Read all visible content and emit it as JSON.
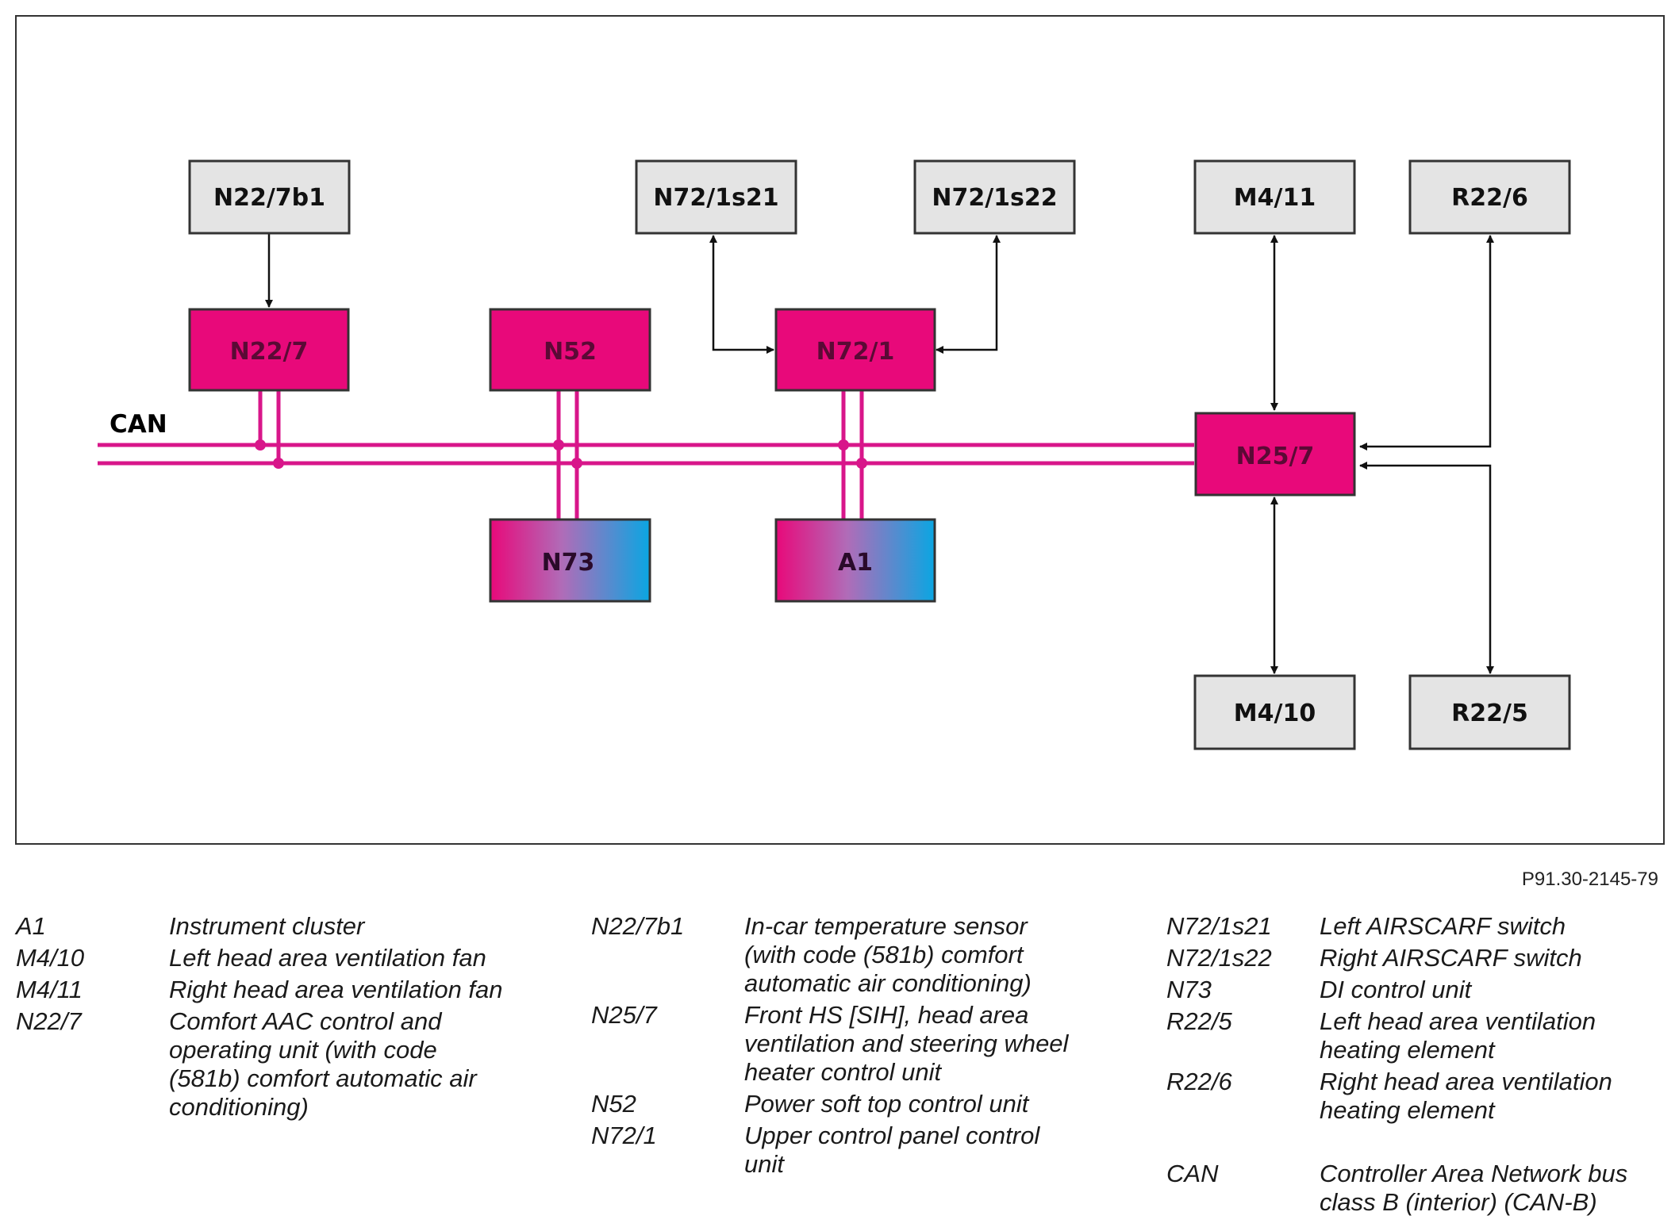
{
  "diagram": {
    "can_label": "CAN",
    "boxes": {
      "n22_7b1": "N22/7b1",
      "n22_7": "N22/7",
      "n52": "N52",
      "n73": "N73",
      "n72_1s21": "N72/1s21",
      "n72_1s22": "N72/1s22",
      "n72_1": "N72/1",
      "a1": "A1",
      "m4_11": "M4/11",
      "r22_6": "R22/6",
      "n25_7": "N25/7",
      "m4_10": "M4/10",
      "r22_5": "R22/5"
    },
    "colors": {
      "magenta": "#e8097a",
      "bus": "#d8168a",
      "grey_box": "#e4e4e4",
      "cyan": "#0aa6e2"
    }
  },
  "figure_id": "P91.30-2145-79",
  "legend": {
    "col1": [
      {
        "code": "A1",
        "desc": "Instrument cluster"
      },
      {
        "code": "M4/10",
        "desc": "Left head area ventilation fan"
      },
      {
        "code": "M4/11",
        "desc": "Right head area ventilation fan"
      },
      {
        "code": "N22/7",
        "desc": "Comfort AAC control and operating unit (with code (581b) comfort automatic air conditioning)"
      }
    ],
    "col2": [
      {
        "code": "N22/7b1",
        "desc": "In-car temperature sensor (with code (581b) comfort automatic air conditioning)"
      },
      {
        "code": "N25/7",
        "desc": "Front HS [SIH], head area ventilation and steering wheel heater control unit"
      },
      {
        "code": "N52",
        "desc": "Power soft top control unit"
      },
      {
        "code": "N72/1",
        "desc": "Upper control panel control unit"
      }
    ],
    "col3": [
      {
        "code": "N72/1s21",
        "desc": "Left AIRSCARF switch"
      },
      {
        "code": "N72/1s22",
        "desc": "Right AIRSCARF switch"
      },
      {
        "code": "N73",
        "desc": "DI control unit"
      },
      {
        "code": "R22/5",
        "desc": "Left head area ventilation heating element"
      },
      {
        "code": "R22/6",
        "desc": "Right head area ventilation heating element"
      },
      {
        "code": "CAN",
        "desc": "Controller Area Network bus class B (interior) (CAN-B)"
      }
    ]
  }
}
